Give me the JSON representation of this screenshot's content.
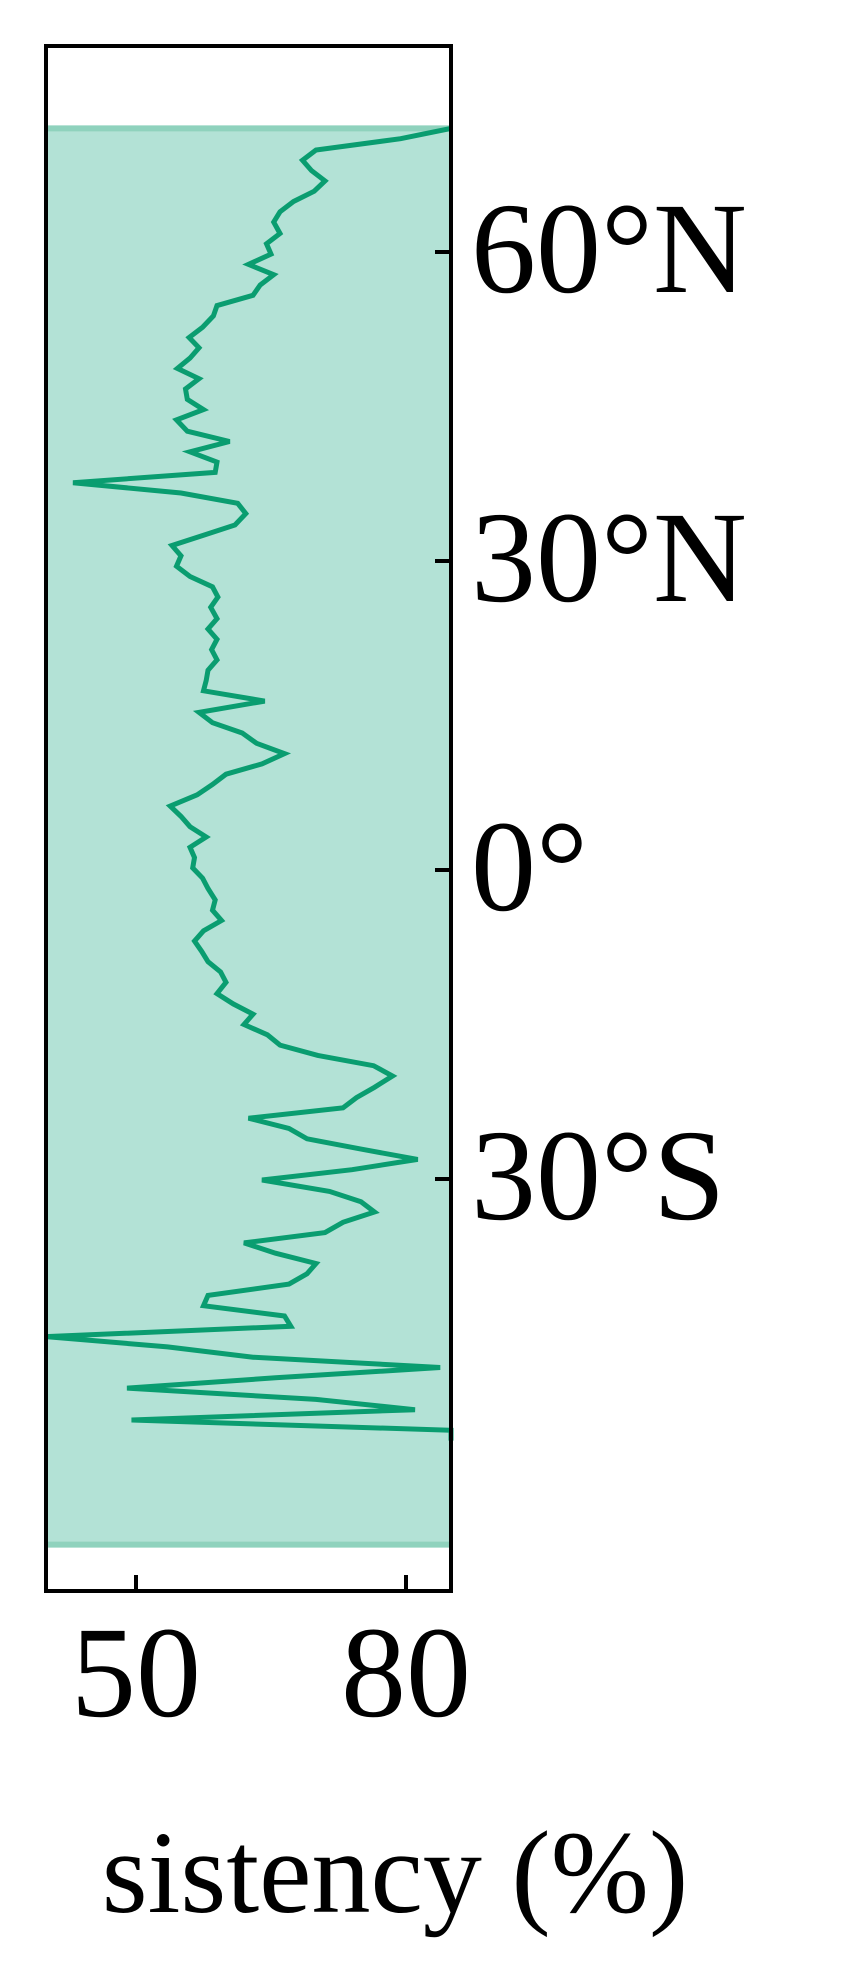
{
  "chart_data": {
    "type": "area",
    "orientation": "horizontal",
    "title": "",
    "xlabel": "sistency (%)",
    "ylabel": "",
    "xlim": [
      40,
      85
    ],
    "ylim": [
      -70,
      80
    ],
    "x_ticks": [
      50,
      80
    ],
    "x_tick_labels": [
      "50",
      "80"
    ],
    "y_ticks": [
      60,
      30,
      0,
      -30
    ],
    "y_tick_labels": [
      "60°N",
      "30°N",
      "0°",
      "30°S"
    ],
    "y_axis_position": "right",
    "grid": false,
    "legend": "none",
    "colors": {
      "line": "#0a9d70",
      "fill": "#b3e2d6",
      "band_edge": "#8fd2bd"
    },
    "series": [
      {
        "lat": [
          72.0,
          71.0,
          69.9,
          68.9,
          67.9,
          66.9,
          65.9,
          64.9,
          63.9,
          62.9,
          61.8,
          60.8,
          59.8,
          58.8,
          57.8,
          56.8,
          55.8,
          54.8,
          53.8,
          52.7,
          51.7,
          50.7,
          49.7,
          48.7,
          47.7,
          46.7,
          45.7,
          44.7,
          43.7,
          42.6,
          41.6,
          40.6,
          39.6,
          38.6,
          37.6,
          36.6,
          35.6,
          34.6,
          33.5,
          32.5,
          31.5,
          30.5,
          29.5,
          28.5,
          27.5,
          26.5,
          25.5,
          24.4,
          23.4,
          22.4,
          21.4,
          20.4,
          19.4,
          18.4,
          17.4,
          16.4,
          15.3,
          14.3,
          13.3,
          12.3,
          11.3,
          10.3,
          9.3,
          8.3,
          7.3,
          6.2,
          5.2,
          4.2,
          3.2,
          2.2,
          1.2,
          0.2,
          -0.8,
          -1.8,
          -2.9,
          -3.9,
          -4.9,
          -5.9,
          -6.9,
          -7.9,
          -8.9,
          -9.9,
          -10.9,
          -12.0,
          -13.0,
          -14.0,
          -15.0,
          -16.0,
          -17.0,
          -18.0,
          -19.0,
          -20.0,
          -21.1,
          -22.1,
          -23.1,
          -24.1,
          -25.1,
          -26.1,
          -27.1,
          -28.1,
          -29.1,
          -30.1,
          -31.2,
          -32.2,
          -33.2,
          -34.2,
          -35.2,
          -36.2,
          -37.2,
          -38.2,
          -39.2,
          -40.2,
          -41.3,
          -42.3,
          -43.3,
          -44.3,
          -45.3,
          -46.3,
          -47.3,
          -48.3,
          -49.3,
          -50.3,
          -51.4,
          -52.4,
          -53.4,
          -54.4,
          -55.4,
          -56.4,
          -57.4,
          -58.4,
          -59.4,
          -60.4,
          -61.5,
          -62.5,
          -63.5,
          -64.5,
          -65.5
        ],
        "values": [
          85.0,
          79.4,
          70.0,
          68.5,
          69.5,
          71.0,
          69.8,
          67.5,
          66.0,
          65.3,
          66.0,
          64.5,
          65.0,
          62.5,
          65.3,
          63.8,
          63.0,
          59.0,
          58.6,
          57.4,
          55.9,
          57.0,
          56.0,
          54.6,
          57.0,
          55.5,
          55.7,
          57.5,
          54.5,
          55.7,
          60.4,
          56.0,
          59.0,
          58.8,
          43.0,
          55.0,
          61.3,
          62.2,
          61.0,
          57.5,
          54.0,
          55.0,
          54.5,
          56.0,
          58.5,
          59.1,
          58.3,
          59.0,
          58.0,
          59.0,
          58.4,
          59.0,
          58.0,
          57.8,
          57.5,
          64.3,
          57.0,
          58.5,
          61.8,
          63.4,
          66.5,
          64.0,
          60.0,
          58.5,
          56.8,
          53.8,
          55.0,
          56.0,
          57.8,
          56.0,
          56.5,
          56.3,
          57.4,
          58.0,
          58.8,
          58.5,
          59.5,
          57.5,
          56.5,
          57.3,
          58.0,
          59.4,
          60.0,
          59.0,
          60.8,
          63.0,
          62.0,
          64.6,
          66.0,
          70.2,
          76.4,
          78.5,
          76.5,
          74.5,
          73.0,
          62.5,
          67.0,
          69.0,
          75.0,
          81.3,
          74.0,
          64.0,
          71.5,
          75.0,
          76.5,
          73.0,
          71.0,
          62.0,
          65.5,
          70.0,
          69.0,
          67.0,
          58.0,
          57.5,
          66.5,
          67.2,
          40.0,
          53.5,
          63.0,
          83.8,
          65.5,
          49.0,
          70.0,
          81.0,
          49.5,
          85.0,
          85.0
        ]
      }
    ]
  }
}
